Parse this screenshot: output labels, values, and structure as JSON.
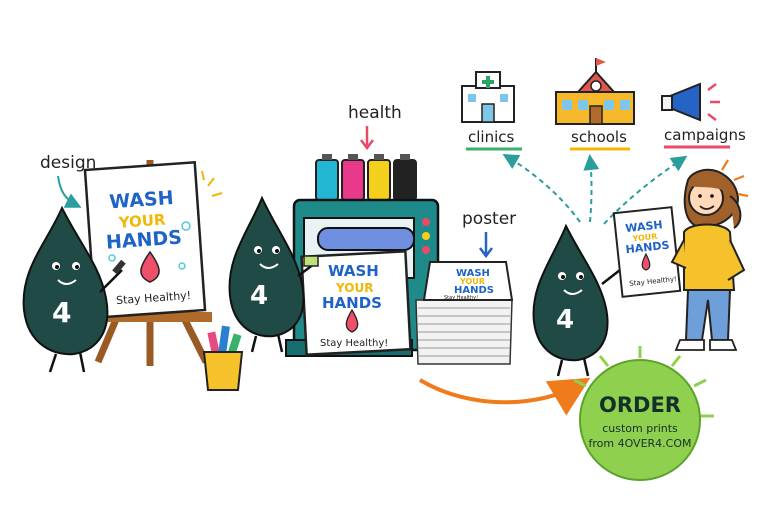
{
  "labels": {
    "design": "design",
    "health": "health",
    "poster": "poster",
    "clinics": "clinics",
    "schools": "schools",
    "campaigns": "campaigns"
  },
  "mascot": {
    "number": "4"
  },
  "easel_poster": {
    "line1": "WASH",
    "line2": "YOUR",
    "line3": "HANDS",
    "footer": "Stay Healthy!"
  },
  "press_poster": {
    "line1": "WASH",
    "line2": "YOUR",
    "line3": "HANDS",
    "footer": "Stay Healthy!"
  },
  "stack_poster": {
    "line1": "WASH",
    "line2": "YOUR",
    "line3": "HANDS",
    "footer": "Stay Healthy!"
  },
  "held_poster": {
    "line1": "WASH",
    "line2": "YOUR",
    "line3": "HANDS",
    "footer": "Stay Healthy!"
  },
  "order_badge": {
    "title": "ORDER",
    "line1": "custom prints",
    "line2": "from 4OVER4.COM"
  },
  "colors": {
    "mascot": "#1f4a45",
    "press": "#1f8a8a",
    "blue_text": "#1f63c6",
    "yellow_text": "#f2b705",
    "drop_pink": "#ef4f6a",
    "badge_green": "#8fd14f",
    "arrow_orange": "#f07b1a",
    "accent_teal": "#2aa6a6"
  },
  "icons": [
    "clinic-icon",
    "school-icon",
    "megaphone-icon",
    "ink-cartridge-icon",
    "pencil-cup-icon"
  ]
}
